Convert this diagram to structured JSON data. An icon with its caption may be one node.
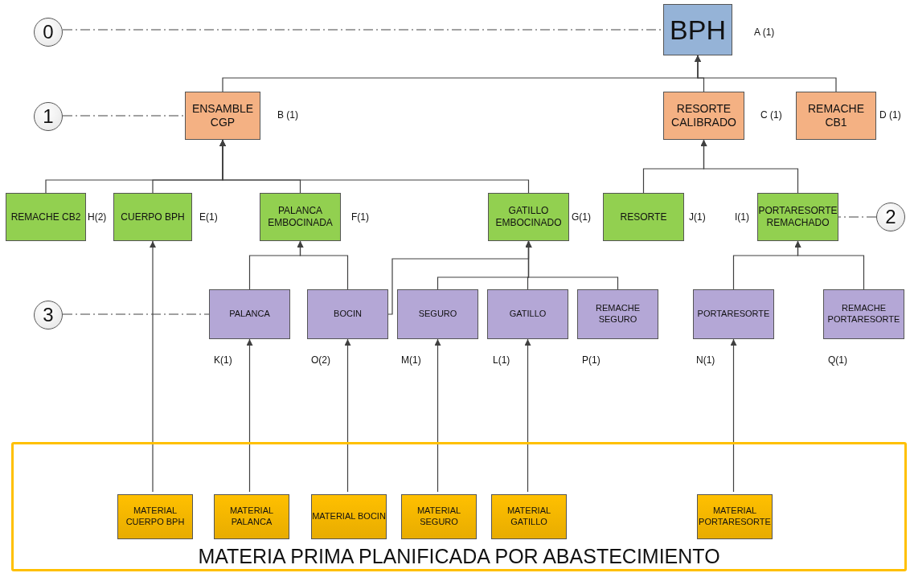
{
  "diagram": {
    "nodes": [
      {
        "text": [
          "0"
        ]
      },
      {
        "text": [
          "BPH"
        ],
        "beside": [
          "A (1)"
        ]
      },
      {
        "text": [
          "1"
        ]
      },
      {
        "text": [
          "ENSAMBLE CGP"
        ],
        "beside": [
          "B (1)"
        ]
      },
      {
        "text": [
          "RESORTE CALIBRADO"
        ],
        "beside": [
          "C (1)"
        ]
      },
      {
        "text": [
          "REMACHE CB1"
        ],
        "beside": [
          "D (1)"
        ]
      },
      {
        "text": [
          "REMACHE CB2"
        ],
        "beside": [
          "H(2)"
        ]
      },
      {
        "text": [
          "CUERPO BPH"
        ],
        "beside": [
          "E(1)"
        ]
      },
      {
        "text": [
          "PALANCA EMBOCINADA"
        ],
        "beside": [
          "F(1)"
        ]
      },
      {
        "text": [
          "GATILLO EMBOCINADO"
        ],
        "beside": [
          "G(1)"
        ]
      },
      {
        "text": [
          "RESORTE"
        ],
        "beside": [
          "J(1)"
        ]
      },
      {
        "text": [
          "PORTARESORTE REMACHADO"
        ],
        "beside": [
          "I(1)"
        ]
      },
      {
        "text": [
          "2"
        ]
      },
      {
        "text": [
          "3"
        ]
      },
      {
        "text": [
          "PALANCA"
        ],
        "beside": [
          "K(1)"
        ]
      },
      {
        "text": [
          "BOCIN"
        ],
        "beside": [
          "O(2)"
        ]
      },
      {
        "text": [
          "SEGURO"
        ],
        "beside": [
          "M(1)"
        ]
      },
      {
        "text": [
          "GATILLO"
        ],
        "beside": [
          "L(1)"
        ]
      },
      {
        "text": [
          "REMACHE SEGURO"
        ],
        "beside": [
          "P(1)"
        ]
      },
      {
        "text": [
          "PORTARESORTE"
        ],
        "beside": [
          "N(1)"
        ]
      },
      {
        "text": [
          "REMACHE PORTARESORTE"
        ],
        "beside": [
          "Q(1)"
        ]
      },
      {
        "text": [
          "MATERIA PRIMA PLANIFICADA POR ABASTECIMIENTO"
        ]
      },
      {
        "text": [
          "MATERIAL CUERPO BPH"
        ],
        "in": 21
      },
      {
        "text": [
          "MATERIAL PALANCA"
        ],
        "in": 21
      },
      {
        "text": [
          "MATERIAL BOCIN"
        ],
        "in": 21
      },
      {
        "text": [
          "MATERIAL SEGURO"
        ],
        "in": 21
      },
      {
        "text": [
          "MATERIAL GATILLO"
        ],
        "in": 21
      },
      {
        "text": [
          "MATERIAL PORTARESORTE"
        ],
        "in": 21
      }
    ],
    "edges": [
      {
        "from": 0,
        "to": 1,
        "arrow": "none",
        "style": "dashed"
      },
      {
        "from": 2,
        "to": 3,
        "arrow": "none",
        "style": "dashed"
      },
      {
        "from": 12,
        "to": 11,
        "arrow": "none",
        "style": "dashed"
      },
      {
        "from": 13,
        "to": 14,
        "arrow": "none",
        "style": "dashed"
      },
      {
        "from": 3,
        "to": 1,
        "arrow": "to"
      },
      {
        "from": 4,
        "to": 1,
        "arrow": "to"
      },
      {
        "from": 5,
        "to": 1,
        "arrow": "to"
      },
      {
        "from": 6,
        "to": 3,
        "arrow": "to"
      },
      {
        "from": 7,
        "to": 3,
        "arrow": "to"
      },
      {
        "from": 8,
        "to": 3,
        "arrow": "to"
      },
      {
        "from": 9,
        "to": 3,
        "arrow": "to"
      },
      {
        "from": 10,
        "to": 4,
        "arrow": "to"
      },
      {
        "from": 11,
        "to": 4,
        "arrow": "to"
      },
      {
        "from": 14,
        "to": 8,
        "arrow": "to"
      },
      {
        "from": 15,
        "to": 8,
        "arrow": "to"
      },
      {
        "from": 15,
        "to": 9,
        "arrow": "to"
      },
      {
        "from": 16,
        "to": 9,
        "arrow": "to"
      },
      {
        "from": 17,
        "to": 9,
        "arrow": "to"
      },
      {
        "from": 18,
        "to": 9,
        "arrow": "to"
      },
      {
        "from": 19,
        "to": 11,
        "arrow": "to"
      },
      {
        "from": 20,
        "to": 11,
        "arrow": "to"
      },
      {
        "from": 22,
        "to": 7,
        "arrow": "to"
      },
      {
        "from": 23,
        "to": 14,
        "arrow": "to"
      },
      {
        "from": 24,
        "to": 15,
        "arrow": "to"
      },
      {
        "from": 25,
        "to": 16,
        "arrow": "to"
      },
      {
        "from": 26,
        "to": 17,
        "arrow": "to"
      },
      {
        "from": 27,
        "to": 19,
        "arrow": "to"
      }
    ]
  }
}
